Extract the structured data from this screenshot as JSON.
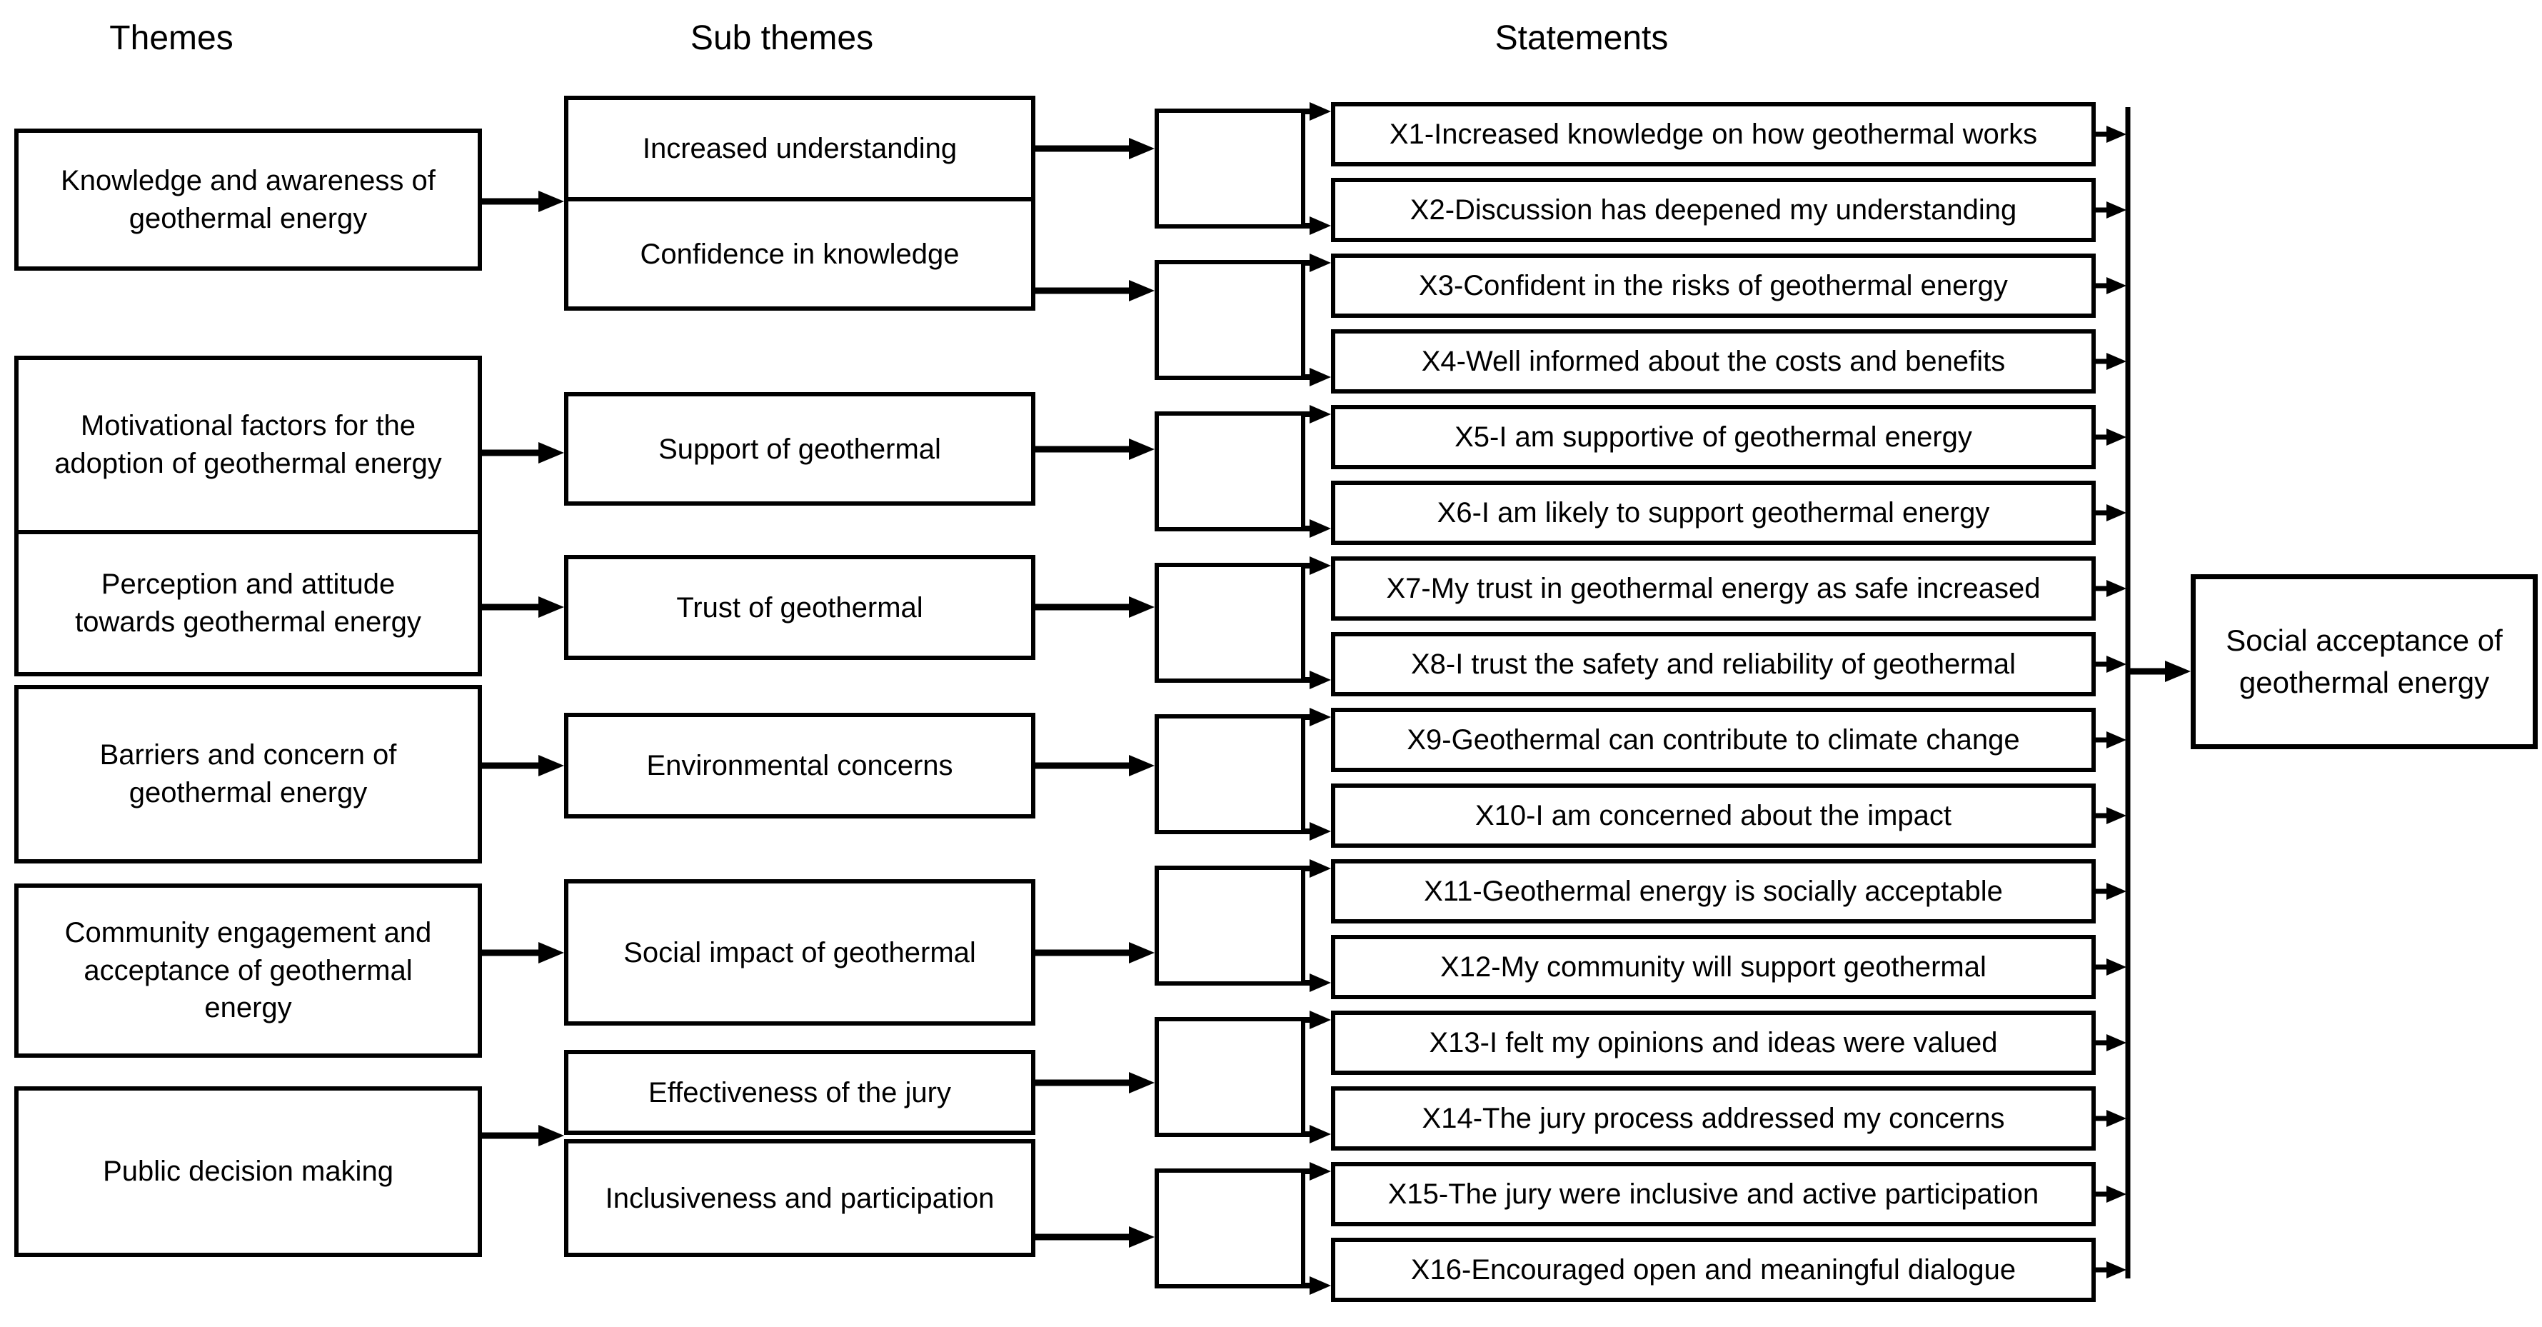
{
  "headers": {
    "themes": "Themes",
    "sub_themes": "Sub themes",
    "statements": "Statements"
  },
  "themes": [
    {
      "label": "Knowledge and awareness of geothermal energy"
    },
    {
      "label": "Motivational factors for the adoption of geothermal energy"
    },
    {
      "label": "Perception and attitude towards geothermal energy"
    },
    {
      "label": "Barriers and concern of geothermal energy"
    },
    {
      "label": "Community engagement and acceptance of geothermal energy"
    },
    {
      "label": "Public decision making"
    }
  ],
  "sub_themes": [
    {
      "label": "Increased understanding"
    },
    {
      "label": "Confidence in knowledge"
    },
    {
      "label": "Support of geothermal"
    },
    {
      "label": "Trust of geothermal"
    },
    {
      "label": "Environmental concerns"
    },
    {
      "label": "Social impact of geothermal"
    },
    {
      "label": "Effectiveness of the jury"
    },
    {
      "label": "Inclusiveness and participation"
    }
  ],
  "statements": [
    {
      "label": "X1-Increased knowledge on how geothermal works"
    },
    {
      "label": "X2-Discussion has deepened my  understanding"
    },
    {
      "label": "X3-Confident in the risks of geothermal energy"
    },
    {
      "label": "X4-Well informed about the costs and benefits"
    },
    {
      "label": "X5-I am supportive of geothermal energy"
    },
    {
      "label": "X6-I am likely to support geothermal energy"
    },
    {
      "label": "X7-My trust in geothermal energy as safe increased"
    },
    {
      "label": "X8-I trust the safety and reliability of geothermal"
    },
    {
      "label": "X9-Geothermal can contribute to climate change"
    },
    {
      "label": "X10-I am concerned about the impact"
    },
    {
      "label": "X11-Geothermal energy is socially acceptable"
    },
    {
      "label": "X12-My community  will support geothermal"
    },
    {
      "label": "X13-I felt my opinions and ideas were valued"
    },
    {
      "label": "X14-The jury process addressed my concerns"
    },
    {
      "label": "X15-The jury were inclusive and active participation"
    },
    {
      "label": "X16-Encouraged open and meaningful dialogue"
    }
  ],
  "outcome": {
    "label": "Social acceptance of geothermal energy"
  },
  "edges": {
    "themes_to_sub_themes": [
      [
        0,
        0
      ],
      [
        0,
        1
      ],
      [
        1,
        2
      ],
      [
        2,
        3
      ],
      [
        3,
        4
      ],
      [
        4,
        5
      ],
      [
        5,
        6
      ],
      [
        5,
        7
      ]
    ],
    "sub_themes_to_statements": [
      [
        0,
        0
      ],
      [
        0,
        1
      ],
      [
        1,
        2
      ],
      [
        1,
        3
      ],
      [
        2,
        4
      ],
      [
        2,
        5
      ],
      [
        3,
        6
      ],
      [
        3,
        7
      ],
      [
        4,
        8
      ],
      [
        4,
        9
      ],
      [
        5,
        10
      ],
      [
        5,
        11
      ],
      [
        6,
        12
      ],
      [
        6,
        13
      ],
      [
        7,
        14
      ],
      [
        7,
        15
      ]
    ],
    "statements_to_outcome": "all"
  },
  "colors": {
    "line": "#000000",
    "background": "#ffffff",
    "box_fill": "#ffffff",
    "text": "#000000"
  }
}
